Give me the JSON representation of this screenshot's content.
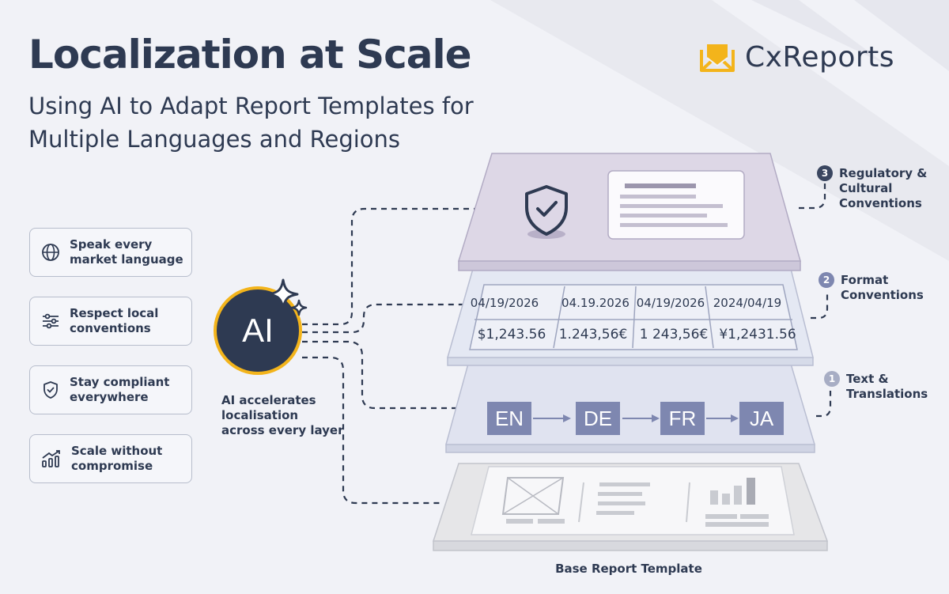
{
  "header": {
    "title": "Localization at Scale",
    "subtitle": "Using AI to Adapt Report Templates for Multiple Languages and Regions"
  },
  "brand": {
    "name": "CxReports",
    "logo_icon": "envelope-logo-icon",
    "accent": "#f3b41b"
  },
  "features": [
    {
      "label": "Speak every\nmarket language",
      "icon": "globe-icon"
    },
    {
      "label": "Respect local\nconventions",
      "icon": "sliders-icon"
    },
    {
      "label": "Stay compliant\neverywhere",
      "icon": "shield-check-icon"
    },
    {
      "label": "Scale without\ncompromise",
      "icon": "growth-chart-icon"
    }
  ],
  "ai": {
    "badge": "AI",
    "caption": "AI accelerates\nlocalisation\nacross every layer",
    "icon": "sparkle-icon"
  },
  "layers": [
    {
      "number": "3",
      "label": "Regulatory &\nCultural\nConventions",
      "color": "#3a4660"
    },
    {
      "number": "2",
      "label": "Format\nConventions",
      "color": "#7e87b0"
    },
    {
      "number": "1",
      "label": "Text &\nTranslations",
      "color": "#a7adc4"
    }
  ],
  "formats": {
    "dates": [
      "04/19/2026",
      "04.19.2026",
      "04/19/2026",
      "2024/04/19"
    ],
    "currencies": [
      "$1,243.56",
      "1.243,56€",
      "1 243,56€",
      "¥1,2431.56"
    ]
  },
  "languages": [
    "EN",
    "DE",
    "FR",
    "JA"
  ],
  "base": {
    "caption": "Base Report Template"
  },
  "colors": {
    "dark": "#2e3a52",
    "background": "#f1f2f7",
    "layer3": "#ddd7e6",
    "layer2": "#e2e6f1",
    "layer1": "#e0e3f0",
    "base": "#e6e6e8"
  }
}
